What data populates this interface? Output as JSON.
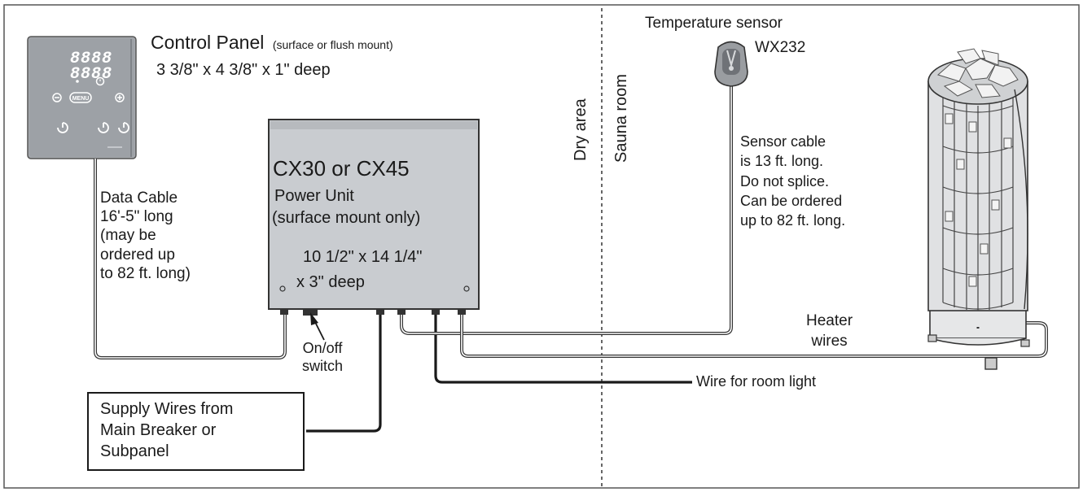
{
  "control_panel": {
    "title": "Control Panel",
    "mount_note": "(surface or flush mount)",
    "dimensions": "3 3/8\" x 4 3/8\" x 1\" deep",
    "display_row_1": "8888",
    "display_row_2": "8888",
    "menu_label": "MENU"
  },
  "data_cable": {
    "lines": [
      "Data Cable",
      "16'-5\" long",
      "(may be",
      "ordered up",
      "to 82 ft. long)"
    ]
  },
  "power_unit": {
    "model": "CX30 or CX45",
    "name": "Power Unit",
    "mount_note": "(surface mount only)",
    "dimensions_line_1": "10 1/2\" x 14 1/4\"",
    "dimensions_line_2": "x 3\" deep"
  },
  "switch": {
    "lines": [
      "On/off",
      "switch"
    ]
  },
  "supply": {
    "lines": [
      "Supply Wires from",
      "Main Breaker or",
      "Subpanel"
    ]
  },
  "zones": {
    "dry": "Dry area",
    "sauna": "Sauna room"
  },
  "sensor": {
    "title": "Temperature sensor",
    "model": "WX232",
    "cable_lines": [
      "Sensor cable",
      "is 13 ft. long.",
      "Do not splice.",
      "Can be ordered",
      "up to 82 ft. long."
    ]
  },
  "heater_wires": {
    "lines": [
      "Heater",
      "wires"
    ]
  },
  "room_light": "Wire for room light"
}
